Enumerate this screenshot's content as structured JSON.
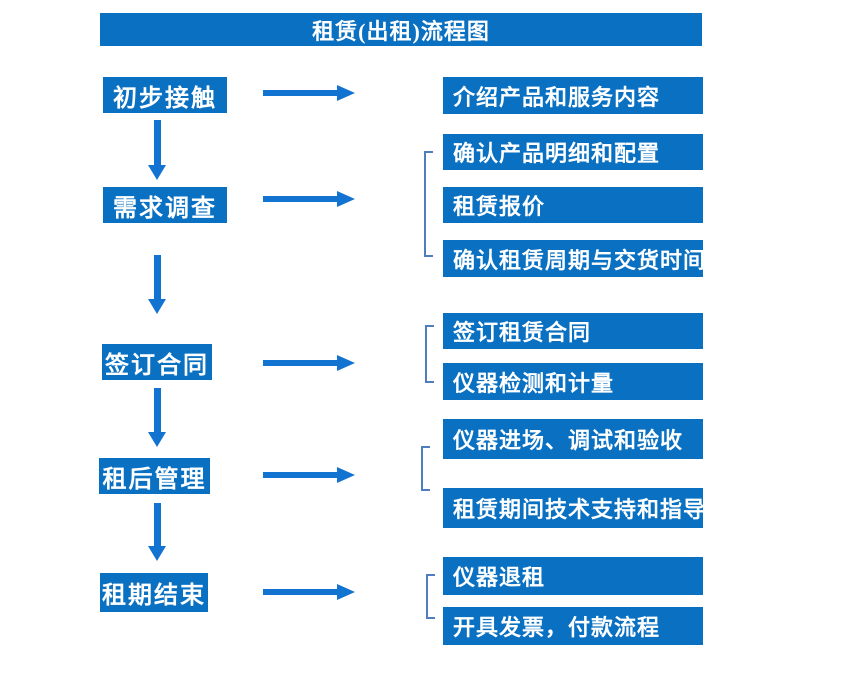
{
  "title": "租赁(出租)流程图",
  "steps": [
    {
      "label": "初步接触"
    },
    {
      "label": "需求调查"
    },
    {
      "label": "签订合同"
    },
    {
      "label": "租后管理"
    },
    {
      "label": "租期结束"
    }
  ],
  "details": [
    {
      "label": "介绍产品和服务内容"
    },
    {
      "label": "确认产品明细和配置"
    },
    {
      "label": "租赁报价"
    },
    {
      "label": "确认租赁周期与交货时间"
    },
    {
      "label": "签订租赁合同"
    },
    {
      "label": "仪器检测和计量"
    },
    {
      "label": "仪器进场、调试和验收"
    },
    {
      "label": "租赁期间技术支持和指导"
    },
    {
      "label": "仪器退租"
    },
    {
      "label": "开具发票，付款流程"
    }
  ],
  "colors": {
    "box_blue": "#0a70c2",
    "arrow_blue": "#1273d0",
    "bracket_blue": "#4e7ec0",
    "text": "#ffffff",
    "background": "#ffffff"
  }
}
